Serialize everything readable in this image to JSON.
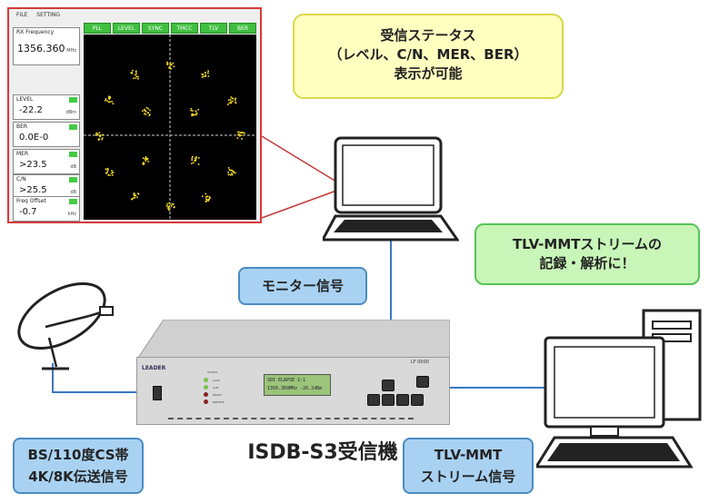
{
  "screenshot": {
    "menu": [
      "FILE",
      "SETTING"
    ],
    "tabs": [
      "PLL",
      "LEVEL",
      "SYNC",
      "TMCC",
      "TLV",
      "BER"
    ],
    "rx_frequency": {
      "label": "RX Frequency",
      "value": "1356.360",
      "unit": "MHz"
    },
    "panels": [
      {
        "label": "LEVEL",
        "value": "-22.2",
        "unit": "dBm"
      },
      {
        "label": "BER",
        "value": "0.0E-0",
        "unit": ""
      },
      {
        "label": "MER",
        "value": ">23.5",
        "unit": "dB"
      },
      {
        "label": "C/N",
        "value": ">25.5",
        "unit": "dB"
      },
      {
        "label": "Freq Offset",
        "value": "-0.7",
        "unit": "kHz"
      }
    ],
    "colors": {
      "border": "#d63a3a",
      "tab": "#3fbf3f",
      "points": "#ffe020"
    }
  },
  "status_callout": {
    "line1": "受信ステータス",
    "line2": "（レベル、C/N、MER、BER）",
    "line3": "表示が可能"
  },
  "tlv_callout": {
    "line1": "TLV-MMTストリームの",
    "line2": "記録・解析に！"
  },
  "monitor_signal": "モニター信号",
  "bs_box": {
    "line1": "BS/110度CS帯",
    "line2": "4K/8K伝送信号"
  },
  "tlv_box": {
    "line1": "TLV-MMT",
    "line2": "ストリーム信号"
  },
  "receiver_label": "ISDB-S3受信機",
  "device": {
    "brand": "LEADER",
    "model": "LF 0000",
    "lcd_line1": "SDI   ELAPSE 1:1",
    "lcd_line2": "1356.360MHz -26.2dBm",
    "leds": [
      "STATUS",
      "LOCK",
      "ALM",
      "READY",
      "REMOTE"
    ]
  }
}
